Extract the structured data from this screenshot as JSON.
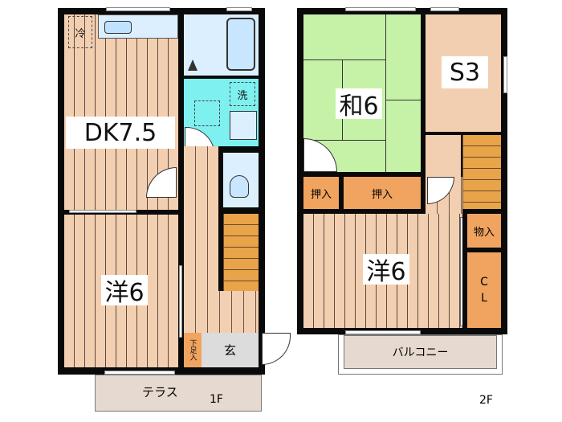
{
  "floor1": {
    "level_label": "1F",
    "rooms": {
      "dk": "DK7.5",
      "western": "洋6",
      "entrance": "玄",
      "shoe_storage": "下足入",
      "terrace": "テラス"
    },
    "fixtures": {
      "fridge": "冷",
      "washer": "洗"
    }
  },
  "floor2": {
    "level_label": "2F",
    "rooms": {
      "japanese": "和6",
      "storage_room": "S3",
      "closet_left": "押入",
      "closet_right": "押入",
      "western": "洋6",
      "storage": "物入",
      "closet_cl_1": "C",
      "closet_cl_2": "L",
      "balcony": "バルコニー"
    }
  },
  "colors": {
    "wood_floor": "#f3cfb1",
    "tatami": "#c6f2a8",
    "storage": "#f0a45f",
    "bath": "#dcefff",
    "washroom": "#7ff0f0",
    "entrance": "#dcdcdc",
    "terrace": "#e6d9cf",
    "wall": "#0a0a0a"
  }
}
